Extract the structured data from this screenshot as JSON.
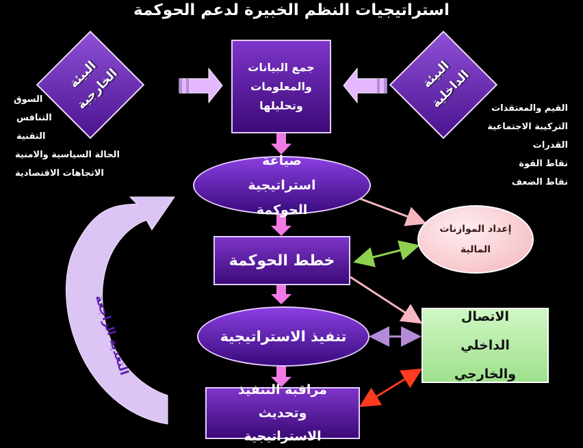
{
  "title": "استراتيجيات النظم الخبيرة لدعم الحوكمة",
  "external": {
    "label": "البيئة الخارجية",
    "items": [
      "السوق",
      "التنافس",
      "التقنية",
      "الحالة السياسية والامنية",
      "الاتجاهات الاقتصادية"
    ]
  },
  "internal": {
    "label": "البيئة الداخلية",
    "items": [
      "القيم والمعتقدات",
      "التركيبة الاجتماعية",
      "القدرات",
      "نقاط القوة",
      "نقاط الضعف"
    ]
  },
  "flow": {
    "collect": "جمع البيانات والمعلومات وتحليلها",
    "formulate": "صياغة استراتيجية الحوكمة",
    "plans": "خطط الحوكمة",
    "implement": "تنفيذ الاستراتيجية",
    "monitor": "مراقبة التنفيذ وتحديث الاستراتيجية"
  },
  "side": {
    "budgets": "إعداد الموازنات المالية",
    "communication": "الاتصال الداخلي والخارجي"
  },
  "feedback": "التغذية الراجعة",
  "colors": {
    "purple": "#5a1ea8",
    "lavender": "#e3b8ff",
    "green_arrow": "#8fd14f",
    "red_arrow": "#ff3b1f",
    "pink_line": "#f7b7c0"
  }
}
